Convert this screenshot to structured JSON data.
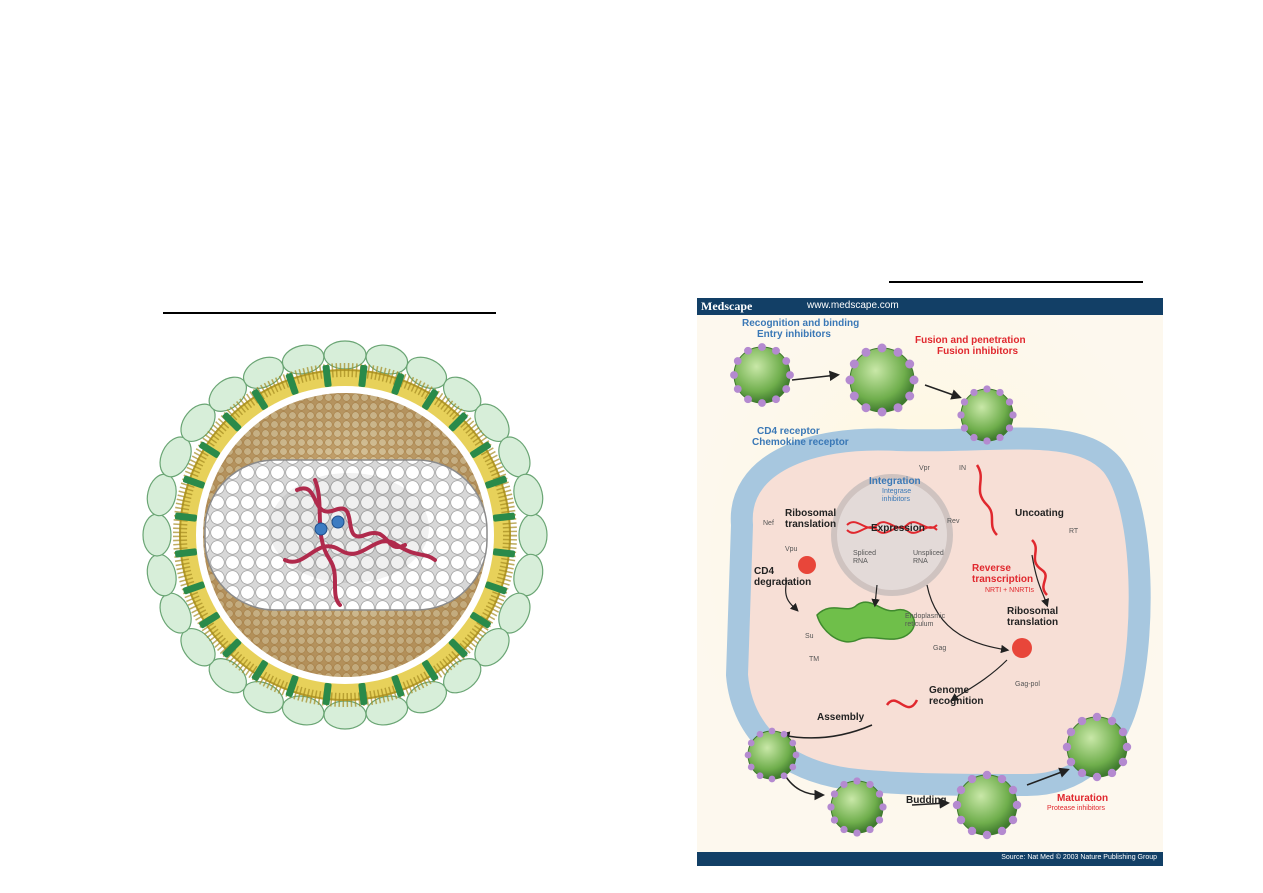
{
  "medscape": {
    "brand": "Medscape",
    "url": "www.medscape.com",
    "source": "Source: Nat Med © 2003 Nature Publishing Group"
  },
  "labels": {
    "recognition": "Recognition and binding",
    "entry_inhibitors": "Entry inhibitors",
    "fusion": "Fusion and penetration",
    "fusion_inhibitors": "Fusion inhibitors",
    "cd4_receptor": "CD4 receptor",
    "chemokine_receptor": "Chemokine receptor",
    "vpr": "Vpr",
    "in": "IN",
    "integration": "Integration",
    "integrase_inhibitors": "Integrase inhibitors",
    "ribosomal_translation_1": "Ribosomal translation",
    "nef": "Nef",
    "expression": "Expression",
    "rev": "Rev",
    "uncoating": "Uncoating",
    "rt": "RT",
    "vpu": "Vpu",
    "spliced_rna": "Spliced RNA",
    "unspliced_rna": "Unspliced RNA",
    "cd4_degradation": "CD4 degradation",
    "reverse_transcription": "Reverse transcription",
    "nrti": "NRTI + NNRTIs",
    "endoplasmic_reticulum": "Endoplasmic reticulum",
    "ribosomal_translation_2": "Ribosomal translation",
    "su": "Su",
    "tm": "TM",
    "gag": "Gag",
    "gag_pol": "Gag-pol",
    "genome_recognition": "Genome recognition",
    "assembly": "Assembly",
    "budding": "Budding",
    "maturation": "Maturation",
    "protease_inhibitors": "Protease inhibitors"
  },
  "colors": {
    "envelope_glycoprotein": "#d7eed9",
    "glycoprotein_outline": "#6aa574",
    "membrane_yellow": "#e7d15a",
    "transmembrane_green": "#2a8a4a",
    "matrix_tan": "#dbb980",
    "capsid_white": "#f4f4f4",
    "rna_red": "#b02a4c",
    "cell_blue": "#a7c7df",
    "header_navy": "#123f66"
  }
}
